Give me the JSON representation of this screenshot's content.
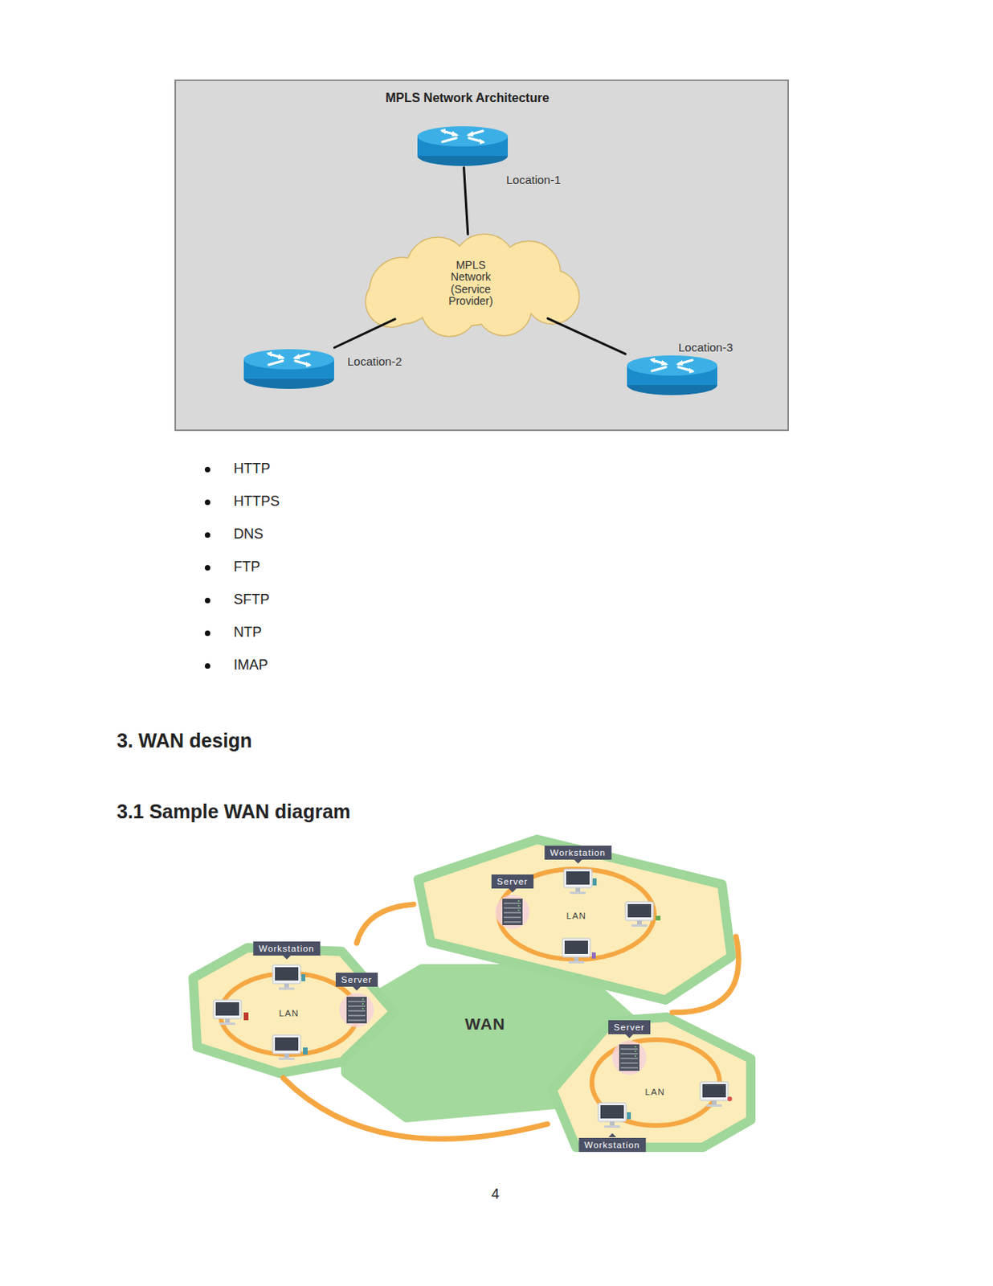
{
  "diagram": {
    "title": "MPLS Network Architecture",
    "nodes": [
      {
        "text": [
          "Location-1"
        ]
      },
      {
        "text": [
          "MPLS Network (Service Provider)"
        ]
      },
      {
        "text": [
          "Location-2"
        ]
      },
      {
        "text": [
          "Location-3"
        ]
      },
      {
        "text": [
          "WAN"
        ]
      },
      {
        "text": [
          "LAN"
        ]
      },
      {
        "text": [
          "Server"
        ],
        "in": 5
      },
      {
        "text": [
          "Workstation"
        ],
        "in": 5
      },
      {
        "text": [
          "LAN"
        ]
      },
      {
        "text": [
          "Workstation"
        ],
        "in": 8
      },
      {
        "text": [
          "Server"
        ],
        "in": 8
      },
      {
        "text": [
          "LAN"
        ]
      },
      {
        "text": [
          "Server"
        ],
        "in": 11
      },
      {
        "text": [
          "Workstation"
        ],
        "in": 11
      }
    ],
    "edges": [
      {
        "from": 0,
        "to": 1,
        "arrow": "none"
      },
      {
        "from": 1,
        "to": 2,
        "arrow": "none"
      },
      {
        "from": 1,
        "to": 3,
        "arrow": "none"
      },
      {
        "from": 8,
        "to": 5,
        "arrow": "none"
      },
      {
        "from": 5,
        "to": 11,
        "arrow": "none"
      },
      {
        "from": 8,
        "to": 11,
        "arrow": "none"
      }
    ],
    "labels": [
      "HTTP",
      "HTTPS",
      "DNS",
      "FTP",
      "SFTP",
      "NTP",
      "IMAP",
      "3. WAN design",
      "3.1 Sample WAN diagram",
      "4"
    ]
  }
}
